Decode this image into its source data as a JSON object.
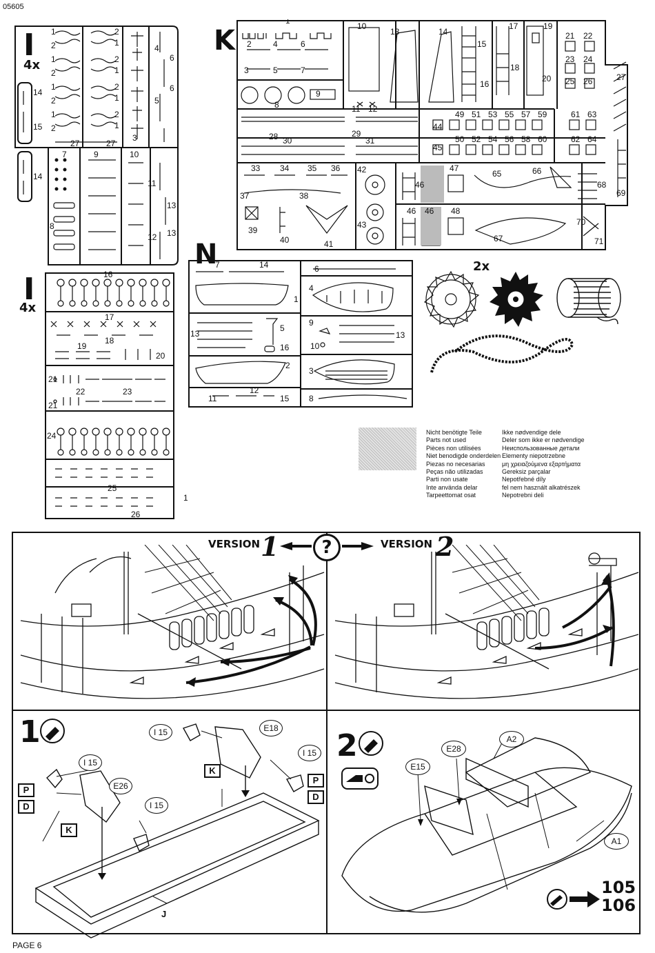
{
  "header": {
    "doc_code": "05605"
  },
  "footer": {
    "page_label": "PAGE 6"
  },
  "sprues": {
    "i_top": {
      "letter": "I",
      "count": "4x"
    },
    "i_bottom": {
      "letter": "I",
      "count": "4x"
    },
    "k": {
      "letter": "K"
    },
    "n": {
      "letter": "N"
    },
    "extras": {
      "count": "2x"
    }
  },
  "legend": {
    "col1": [
      "Nicht benötigte Teile",
      "Parts not used",
      "Pièces non utilisées",
      "Niet benodigde onderdelen",
      "Piezas no necesarias",
      "Peças não utilizadas",
      "Parti non usate",
      "Inte använda delar",
      "Tarpeettomat osat"
    ],
    "col2": [
      "Ikke nødvendige dele",
      "Deler som ikke er nødvendige",
      "Неиспользованные детали",
      "Elementy niepotrzebne",
      "μη χρειαζούμενα εξαρτήματα",
      "Gereksiz parçalar",
      "Nepotřebné díly",
      "fel nem használt alkatrészek",
      "Nepotrebni deli"
    ]
  },
  "versions": {
    "v1": {
      "label": "VERSION",
      "num": "1"
    },
    "q": "?",
    "v2": {
      "label": "VERSION",
      "num": "2"
    }
  },
  "steps": {
    "s1": {
      "num": "1",
      "callouts": [
        "I 15",
        "I 15",
        "I 15",
        "I 15",
        "E26",
        "E18"
      ],
      "labels": [
        "P",
        "D",
        "P",
        "D",
        "K",
        "K",
        "J"
      ]
    },
    "s2": {
      "num": "2",
      "callouts": [
        "E28",
        "A2",
        "E15",
        "A1"
      ],
      "next_pages": [
        "105",
        "106"
      ]
    }
  }
}
